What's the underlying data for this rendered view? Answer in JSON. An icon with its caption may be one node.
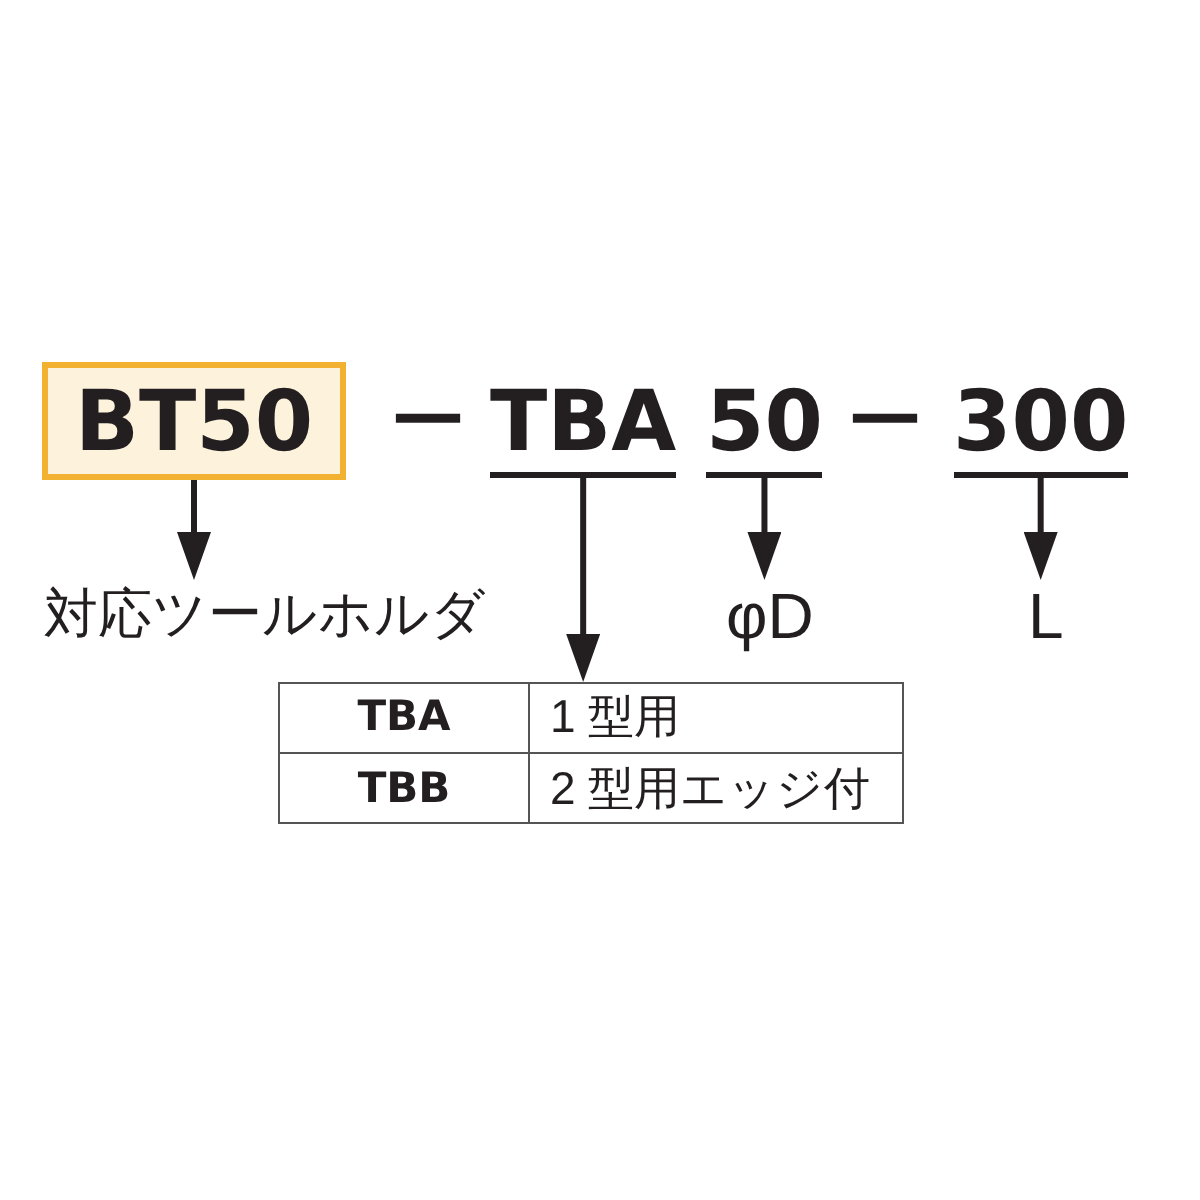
{
  "diagram": {
    "nodes": [
      {
        "text": [
          "BT50"
        ]
      },
      {
        "text": [
          "TBA"
        ]
      },
      {
        "text": [
          "50"
        ]
      },
      {
        "text": [
          "300"
        ]
      },
      {
        "text": [
          "対応ツールホルダ"
        ]
      },
      {
        "text": [
          "φD"
        ]
      },
      {
        "text": [
          "L"
        ]
      },
      {
        "text": [
          "TBA",
          "1 型用",
          "TBB",
          "2 型用エッジ付"
        ]
      }
    ],
    "edges": [
      {
        "from": 0,
        "to": 4,
        "arrow": "to"
      },
      {
        "from": 1,
        "to": 7,
        "arrow": "to"
      },
      {
        "from": 2,
        "to": 5,
        "arrow": "to"
      },
      {
        "from": 3,
        "to": 6,
        "arrow": "to"
      }
    ],
    "labels": [
      "—",
      "—"
    ]
  }
}
